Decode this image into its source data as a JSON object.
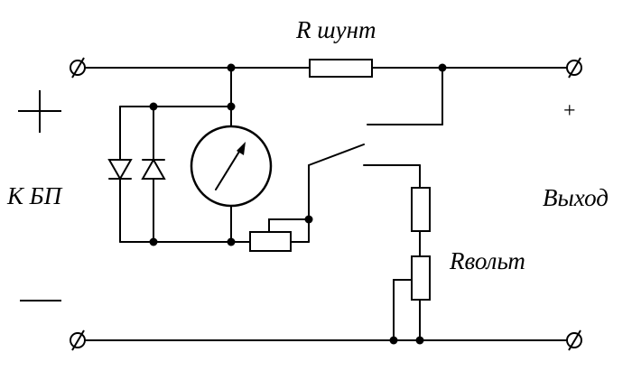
{
  "labels": {
    "shunt_resistor": "R шунт",
    "power_supply_input": "К БП",
    "output": "Выход",
    "voltmeter_resistor": "Rвольт",
    "output_plus": "+"
  },
  "polarity_marks": {
    "input_positive": "plus-sign-icon",
    "input_negative": "minus-sign-icon"
  },
  "icons": {
    "terminal": "terminal-circle-icon",
    "diode": "diode-icon",
    "meter": "ammeter-dial-icon",
    "switch": "toggle-switch-icon"
  },
  "colors": {
    "line": "#000000",
    "background": "#ffffff"
  }
}
